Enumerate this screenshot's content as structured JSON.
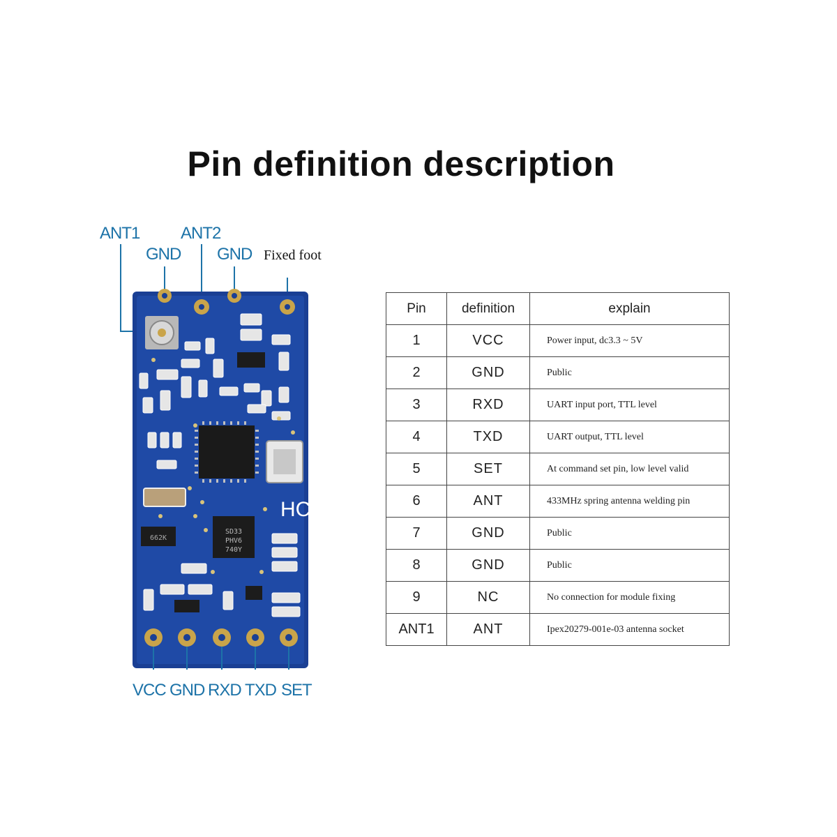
{
  "title": "Pin definition description",
  "board_labels": {
    "ant1": "ANT1",
    "ant2": "ANT2",
    "gnd_left": "GND",
    "gnd_right": "GND",
    "fixed_foot": "Fixed foot",
    "bottom": [
      "VCC",
      "GND",
      "RXD",
      "TXD",
      "SET"
    ],
    "chip_text": [
      "SD33",
      "PHV6",
      "740Y"
    ],
    "logo_text": "HC",
    "small_chip_text": "662K"
  },
  "table": {
    "headers": [
      "Pin",
      "definition",
      "explain"
    ],
    "rows": [
      {
        "pin": "1",
        "definition": "VCC",
        "explain": "Power input, dc3.3 ~ 5V"
      },
      {
        "pin": "2",
        "definition": "GND",
        "explain": "Public"
      },
      {
        "pin": "3",
        "definition": "RXD",
        "explain": "UART input port, TTL level"
      },
      {
        "pin": "4",
        "definition": "TXD",
        "explain": "UART output, TTL level"
      },
      {
        "pin": "5",
        "definition": "SET",
        "explain": "At command set pin, low level valid"
      },
      {
        "pin": "6",
        "definition": "ANT",
        "explain": "433MHz spring antenna welding pin"
      },
      {
        "pin": "7",
        "definition": "GND",
        "explain": "Public"
      },
      {
        "pin": "8",
        "definition": "GND",
        "explain": "Public"
      },
      {
        "pin": "9",
        "definition": "NC",
        "explain": "No connection for module fixing"
      },
      {
        "pin": "ANT1",
        "definition": "ANT",
        "explain": "Ipex20279-001e-03 antenna socket"
      }
    ]
  },
  "colors": {
    "label_blue": "#1d73a8",
    "pcb_blue": "#1a3f94",
    "pad_gold": "#c9a44a"
  }
}
